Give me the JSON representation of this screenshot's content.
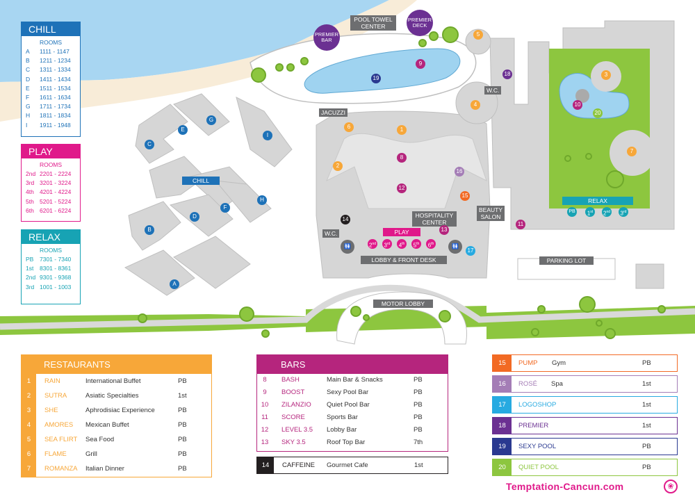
{
  "legend": {
    "chill": {
      "title": "CHILL",
      "subtitle": "ROOMS",
      "rows": [
        {
          "key": "A",
          "range": "1111 - 1147"
        },
        {
          "key": "B",
          "range": "1211 - 1234"
        },
        {
          "key": "C",
          "range": "1311 - 1334"
        },
        {
          "key": "D",
          "range": "1411 - 1434"
        },
        {
          "key": "E",
          "range": "1511 - 1534"
        },
        {
          "key": "F",
          "range": "1611 - 1634"
        },
        {
          "key": "G",
          "range": "1711 - 1734"
        },
        {
          "key": "H",
          "range": "1811 - 1834"
        },
        {
          "key": "I",
          "range": "1911 - 1948"
        }
      ]
    },
    "play": {
      "title": "PLAY",
      "subtitle": "ROOMS",
      "rows": [
        {
          "key": "2nd",
          "range": "2201 - 2224"
        },
        {
          "key": "3rd",
          "range": "3201 - 3224"
        },
        {
          "key": "4th",
          "range": "4201 - 4224"
        },
        {
          "key": "5th",
          "range": "5201 - 5224"
        },
        {
          "key": "6th",
          "range": "6201 - 6224"
        }
      ]
    },
    "relax": {
      "title": "RELAX",
      "subtitle": "ROOMS",
      "rows": [
        {
          "key": "PB",
          "range": "7301 - 7340"
        },
        {
          "key": "1st",
          "range": "8301 - 8361"
        },
        {
          "key": "2nd",
          "range": "9301 - 9368"
        },
        {
          "key": "3rd",
          "range": "1001 - 1003"
        }
      ]
    }
  },
  "map_labels": {
    "pool_towel_center": "POOL TOWEL CENTER",
    "premier_bar": "PREMIER BAR",
    "premier_deck": "PREMIER DECK",
    "jacuzzi": "JACUZZI",
    "wc_east": "W.C.",
    "wc_lobby": "W.C.",
    "chill": "CHILL",
    "relax": "RELAX",
    "play": "PLAY",
    "hospitality_center": "HOSPITALITY CENTER",
    "beauty_salon": "BEAUTY SALON",
    "lobby_front_desk": "LOBBY & FRONT DESK",
    "parking_lot": "PARKING LOT",
    "motor_lobby": "MOTOR LOBBY"
  },
  "map_markers": {
    "chill_buildings": [
      "A",
      "B",
      "C",
      "D",
      "E",
      "F",
      "G",
      "H",
      "I"
    ],
    "play_floors": [
      "2",
      "3",
      "4",
      "5",
      "6"
    ],
    "play_floor_suffixes": [
      "nd",
      "rd",
      "th",
      "th",
      "th"
    ],
    "relax_floors": [
      "PB",
      "1",
      "2",
      "3"
    ],
    "relax_floor_suffixes": [
      "",
      "st",
      "nd",
      "rd"
    ]
  },
  "restaurants": {
    "title": "RESTAURANTS",
    "items": [
      {
        "num": "1",
        "name": "RAIN",
        "desc": "International Buffet",
        "level": "PB"
      },
      {
        "num": "2",
        "name": "SUTRA",
        "desc": "Asiatic Specialties",
        "level": "1st"
      },
      {
        "num": "3",
        "name": "SHE",
        "desc": "Aphrodisiac Experience",
        "level": "PB"
      },
      {
        "num": "4",
        "name": "AMORES",
        "desc": "Mexican Buffet",
        "level": "PB"
      },
      {
        "num": "5",
        "name": "SEA FLIRT",
        "desc": "Sea Food",
        "level": "PB"
      },
      {
        "num": "6",
        "name": "FLAME",
        "desc": "Grill",
        "level": "PB"
      },
      {
        "num": "7",
        "name": "ROMANZA",
        "desc": "Italian Dinner",
        "level": "PB"
      }
    ]
  },
  "bars": {
    "title": "BARS",
    "items": [
      {
        "num": "8",
        "name": "BASH",
        "desc": "Main Bar & Snacks",
        "level": "PB"
      },
      {
        "num": "9",
        "name": "BOOST",
        "desc": "Sexy Pool Bar",
        "level": "PB"
      },
      {
        "num": "10",
        "name": "ZILANZIO",
        "desc": "Quiet Pool Bar",
        "level": "PB"
      },
      {
        "num": "11",
        "name": "SCORE",
        "desc": "Sports Bar",
        "level": "PB"
      },
      {
        "num": "12",
        "name": "LEVEL 3.5",
        "desc": "Lobby Bar",
        "level": "PB"
      },
      {
        "num": "13",
        "name": "SKY 3.5",
        "desc": "Roof Top Bar",
        "level": "7th"
      }
    ]
  },
  "cafe": {
    "num": "14",
    "name": "CAFFEINE",
    "desc": "Gourmet Cafe",
    "level": "1st"
  },
  "amenities": [
    {
      "num": "15",
      "name": "PUMP",
      "desc": "Gym",
      "level": "PB",
      "color": "#f26a24"
    },
    {
      "num": "16",
      "name": "ROSÉ",
      "desc": "Spa",
      "level": "1st",
      "color": "#a47db6"
    },
    {
      "num": "17",
      "name": "LOGOSHOP",
      "desc": "",
      "level": "1st",
      "color": "#27aae1"
    },
    {
      "num": "18",
      "name": "PREMIER",
      "desc": "",
      "level": "1st",
      "color": "#6b3092"
    },
    {
      "num": "19",
      "name": "SEXY POOL",
      "desc": "",
      "level": "PB",
      "color": "#2a3990"
    },
    {
      "num": "20",
      "name": "QUIET POOL",
      "desc": "",
      "level": "PB",
      "color": "#8dc63f"
    }
  ],
  "website": "Temptation-Cancun.com",
  "colors": {
    "chill": "#1e72b8",
    "play": "#e0198a",
    "relax": "#17a3b4",
    "restaurants": "#f7a739",
    "bars": "#b5257d",
    "cafe": "#231f20",
    "pool": "#9fd3f0",
    "grass": "#8dc63f",
    "building": "#d6d6d6",
    "sea": "#a8d6f2",
    "sand": "#f8ecd8"
  }
}
